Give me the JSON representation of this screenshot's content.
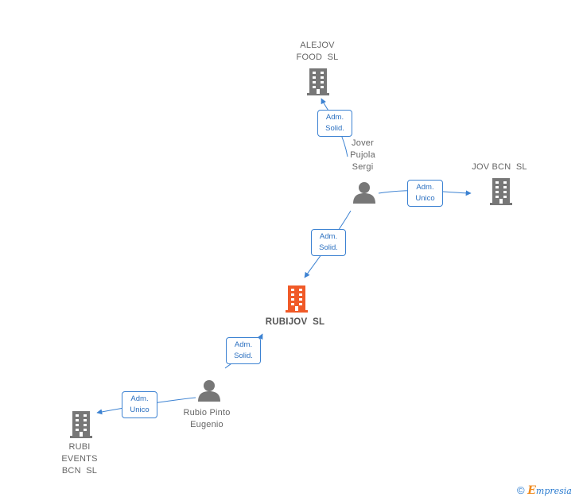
{
  "nodes": {
    "alejov": {
      "label": "ALEJOV\nFOOD  SL",
      "type": "company",
      "color": "#777777"
    },
    "jovbcn": {
      "label": "JOV BCN  SL",
      "type": "company",
      "color": "#777777"
    },
    "rubijov": {
      "label": "RUBIJOV  SL",
      "type": "company",
      "color": "#f05a28"
    },
    "rubievents": {
      "label": "RUBI\nEVENTS\nBCN  SL",
      "type": "company",
      "color": "#777777"
    },
    "jover": {
      "label": "Jover\nPujola\nSergi",
      "type": "person",
      "color": "#777777"
    },
    "rubio": {
      "label": "Rubio Pinto\nEugenio",
      "type": "person",
      "color": "#777777"
    }
  },
  "edges": {
    "jover_alejov": {
      "line1": "Adm.",
      "line2": "Solid."
    },
    "jover_jovbcn": {
      "line1": "Adm.",
      "line2": "Unico"
    },
    "jover_rubijov": {
      "line1": "Adm.",
      "line2": "Solid."
    },
    "rubio_rubijov": {
      "line1": "Adm.",
      "line2": "Solid."
    },
    "rubio_rubievents": {
      "line1": "Adm.",
      "line2": "Unico"
    }
  },
  "footer": {
    "copyright": "©",
    "brand_e": "E",
    "brand_rest": "mpresia"
  },
  "colors": {
    "edge": "#3c82d2",
    "company": "#777777",
    "focus": "#f05a28",
    "person": "#777777"
  }
}
